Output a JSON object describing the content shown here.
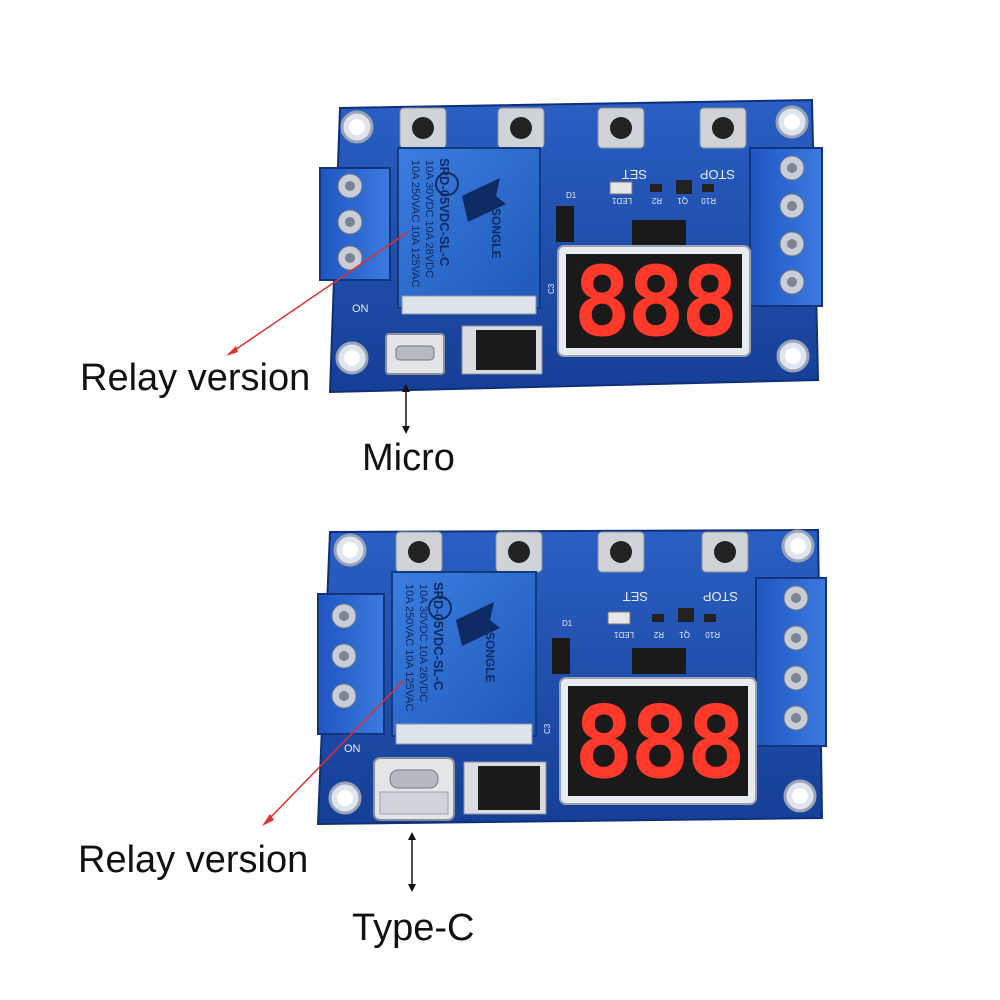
{
  "boards": [
    {
      "id": "micro",
      "caption_relay": "Relay version",
      "caption_port": "Micro",
      "display": "888",
      "buttons": [
        "SET",
        "STOP"
      ],
      "relay_lines": [
        "10A 250VAC  10A 125VAC",
        "10A 30VDC  10A 28VDC",
        "SRD-05VDC-SL-C"
      ],
      "relay_brand": "SONGLE",
      "silkscreen": [
        "LED1",
        "R2",
        "Q1",
        "R10",
        "D1",
        "C3",
        "ON"
      ]
    },
    {
      "id": "typec",
      "caption_relay": "Relay version",
      "caption_port": "Type-C",
      "display": "888",
      "buttons": [
        "SET",
        "STOP"
      ],
      "relay_lines": [
        "10A 250VAC  10A 125VAC",
        "10A 30VDC  10A 28VDC",
        "SRD-05VDC-SL-C"
      ],
      "relay_brand": "SONGLE",
      "silkscreen": [
        "LED1",
        "R2",
        "Q1",
        "R10",
        "D1",
        "C3",
        "ON"
      ]
    }
  ],
  "colors": {
    "pcb": "#1c4fb0",
    "relay": "#2e6fd6",
    "terminal": "#2a66d4",
    "digit": "#ff3a2a",
    "arrow_red": "#e0302a"
  }
}
